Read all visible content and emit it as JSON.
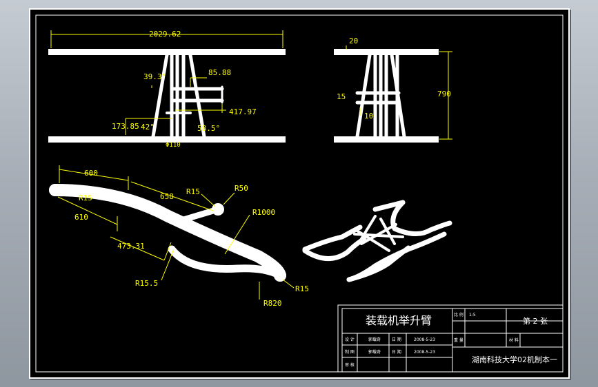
{
  "dimensions": {
    "top_width": "2029.62",
    "angle_1": "39.3°",
    "offset_1": "85.88",
    "offset_2": "417.97",
    "offset_3": "173.85",
    "angle_2": "42°",
    "angle_3": "58.5°",
    "pipe_dia": "Φ110",
    "side_top": "20",
    "side_mid": "15",
    "side_low": "10",
    "side_height": "790",
    "arm_600": "600",
    "arm_658": "658",
    "arm_610": "610",
    "arm_473": "473.31",
    "r15_a": "R15",
    "r15_b": "R15",
    "r50": "R50",
    "r1000": "R1000",
    "r15_5": "R15.5",
    "r15_c": "R15",
    "r820": "R820"
  },
  "title_block": {
    "drawing_title": "装载机举升臂",
    "scale_label": "比 例",
    "scale_value": "1:5",
    "sheet_label": "第 2 张",
    "weight_label": "重 量",
    "material_label": "材 料",
    "designer_label": "设 计",
    "designer_name": "郭载奇",
    "drafter_label": "制 图",
    "drafter_name": "郭载奇",
    "review_label": "审 核",
    "date_label_1": "日 期",
    "date_label_2": "日 期",
    "date_1": "2008-5-23",
    "date_2": "2008-5-23",
    "school": "湖南科技大学02机制本一"
  }
}
